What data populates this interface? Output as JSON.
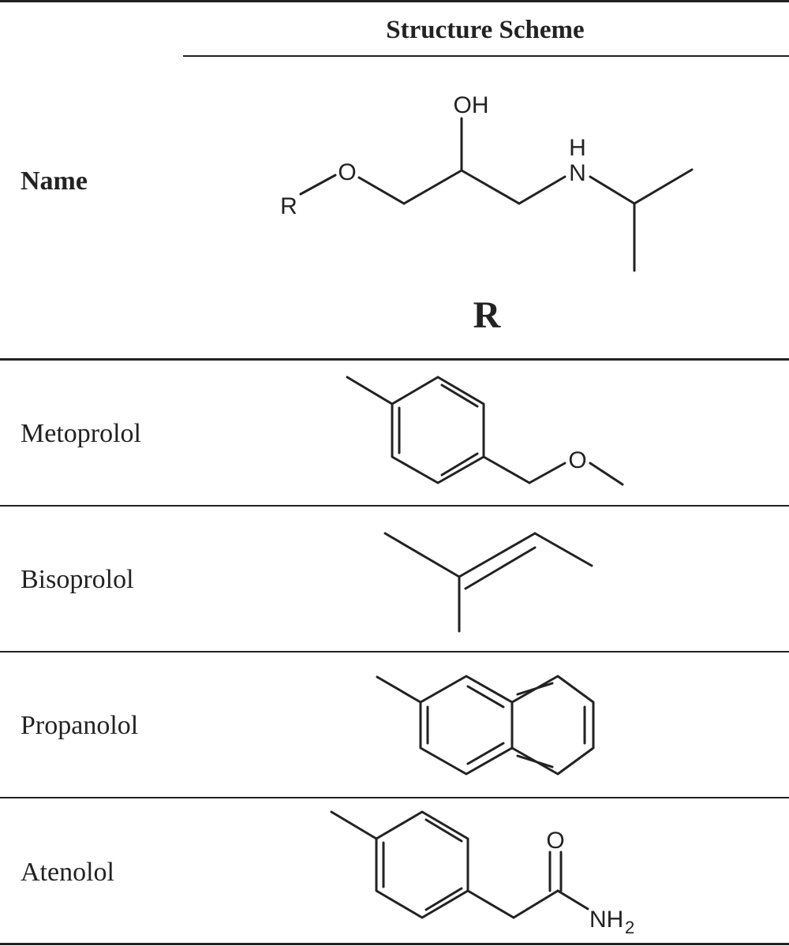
{
  "header": {
    "column_title": "Structure Scheme",
    "row_label": "Name",
    "r_group_label": "R"
  },
  "core_structure": {
    "atoms": {
      "r_group": "R",
      "ether_oxygen": "O",
      "hydroxyl": "OH",
      "amine_h": "H",
      "amine_n": "N"
    }
  },
  "rows": [
    {
      "name": "Metoprolol",
      "atoms": {
        "oxygen": "O"
      }
    },
    {
      "name": "Bisoprolol"
    },
    {
      "name": "Propanolol"
    },
    {
      "name": "Atenolol",
      "atoms": {
        "carbonyl_oxygen": "O",
        "amide_nh": "NH",
        "amide_sub": "2"
      }
    }
  ]
}
